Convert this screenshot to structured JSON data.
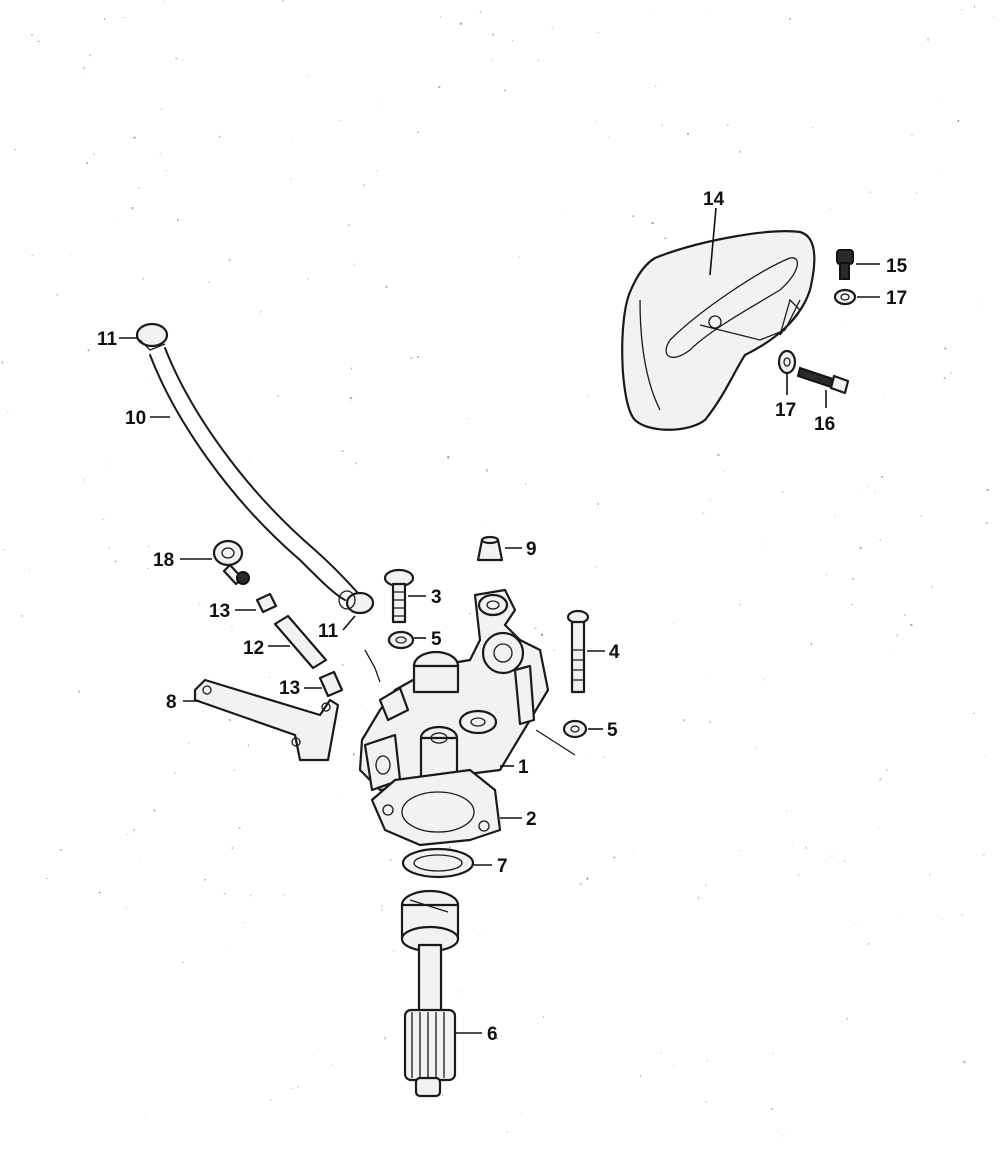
{
  "diagram": {
    "kind": "exploded parts view",
    "callouts": [
      "1",
      "2",
      "3",
      "4",
      "5",
      "5",
      "6",
      "7",
      "8",
      "9",
      "10",
      "11",
      "11",
      "12",
      "13",
      "13",
      "14",
      "15",
      "16",
      "17",
      "17",
      "18"
    ]
  },
  "colors": {
    "ink": "#1a1a1a",
    "paper": "#ffffff",
    "part_fill": "#f2f2f2"
  }
}
